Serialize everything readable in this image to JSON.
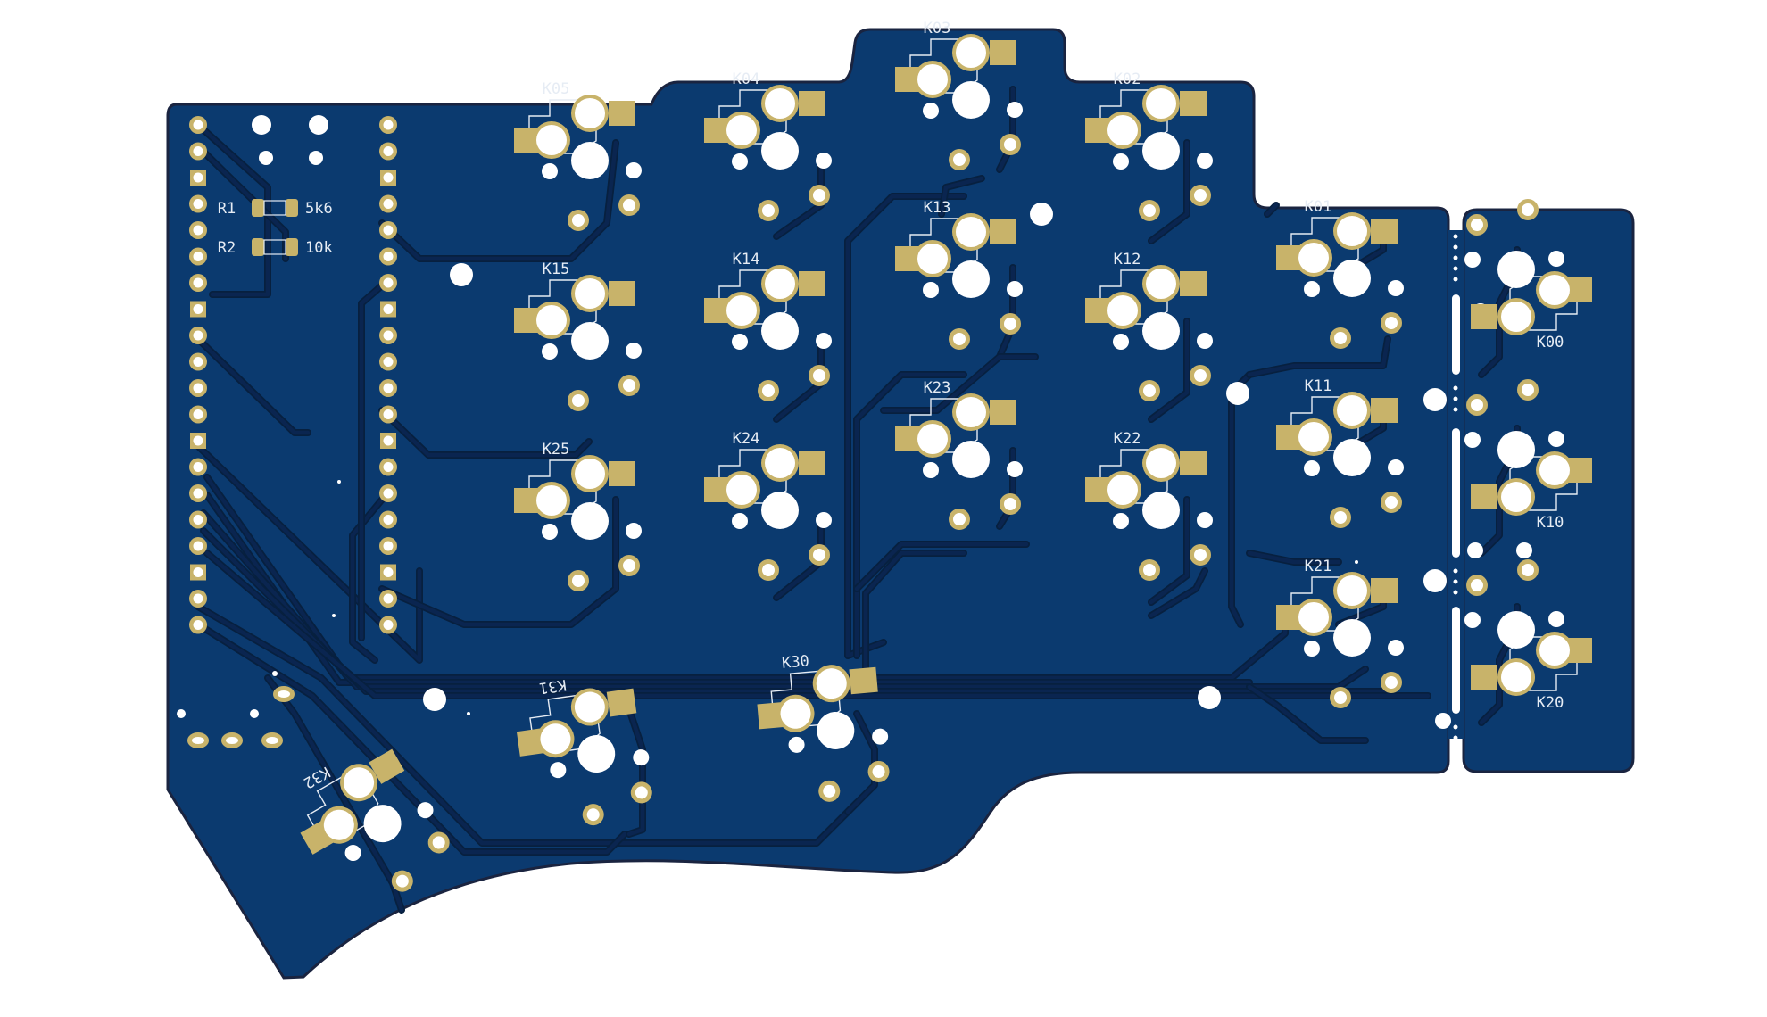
{
  "colors": {
    "background": "#ffffff",
    "board": "#0b3a6f",
    "board_edge": "#1a2440",
    "trace": "#0a2550",
    "trace_edge": "#07203f",
    "copper": "#c8b36a",
    "copper_dark": "#b19c55",
    "hole": "#ffffff",
    "silk": "#e6ecf4"
  },
  "switches": [
    {
      "label": "K05"
    },
    {
      "label": "K04"
    },
    {
      "label": "K03"
    },
    {
      "label": "K02"
    },
    {
      "label": "K01"
    },
    {
      "label": "K15"
    },
    {
      "label": "K14"
    },
    {
      "label": "K13"
    },
    {
      "label": "K12"
    },
    {
      "label": "K11"
    },
    {
      "label": "K25"
    },
    {
      "label": "K24"
    },
    {
      "label": "K23"
    },
    {
      "label": "K22"
    },
    {
      "label": "K21"
    },
    {
      "label": "K30"
    },
    {
      "label": "K31"
    },
    {
      "label": "K32"
    },
    {
      "label": "K00"
    },
    {
      "label": "K10"
    },
    {
      "label": "K20"
    }
  ],
  "resistors": [
    {
      "ref": "R1",
      "value": "5k6"
    },
    {
      "ref": "R2",
      "value": "10k"
    }
  ]
}
